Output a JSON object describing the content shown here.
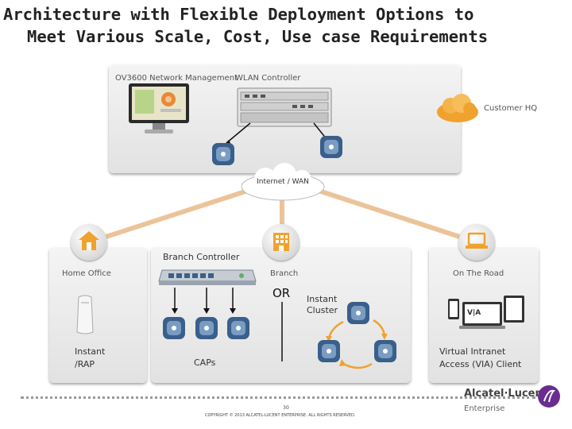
{
  "title": {
    "line1": "Architecture with Flexible Deployment Options  to",
    "line2": "Meet Various Scale, Cost, Use case Requirements"
  },
  "hq": {
    "ov_label": "OV3600 Network Management",
    "wlan_label": "WLAN Controller",
    "customer_label": "Customer HQ"
  },
  "cloud_label": "Internet / WAN",
  "branch": {
    "controller_label": "Branch Controller",
    "label": "Branch",
    "or_label": "OR",
    "cluster_label_1": "Instant",
    "cluster_label_2": "Cluster",
    "caps_label": "CAPs"
  },
  "home": {
    "label": "Home Office",
    "rap_1": "Instant",
    "rap_2": "/RAP"
  },
  "road": {
    "label": "On The Road",
    "via_1": "Virtual Intranet",
    "via_2": "Access (VIA) Client",
    "via_text": "V|A"
  },
  "footer": {
    "page_number": "30",
    "copyright": "COPYRIGHT © 2013 ALCATEL-LUCENT ENTERPRISE.  ALL RIGHTS RESERVED.",
    "brand": "Alcatel·Lucent",
    "brand_sub": "Enterprise"
  },
  "colors": {
    "orange": "#f0a22e",
    "ap_blue": "#3a5f8a",
    "link": "#e8b88a"
  }
}
